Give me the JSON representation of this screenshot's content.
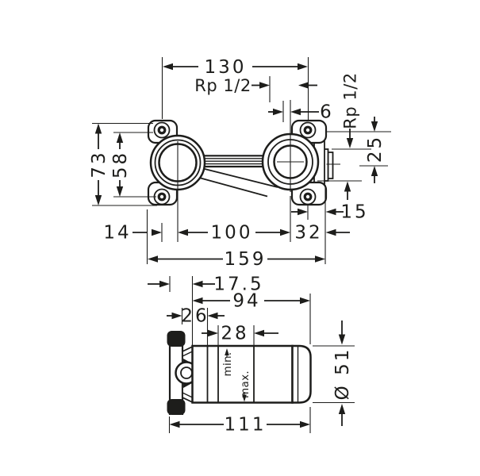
{
  "drawing": {
    "background": "#ffffff",
    "line_color": "#1d1d1b",
    "top_view": {
      "dim_130": "130",
      "thread_left": "Rp 1/2",
      "dim_6": "6",
      "thread_right": "Rp 1/2",
      "dim_25": "25",
      "dim_73": "73",
      "dim_58": "58",
      "dim_15": "15",
      "dim_14": "14",
      "dim_100": "100",
      "dim_32": "32",
      "dim_159": "159"
    },
    "side_view": {
      "dim_17_5": "17.5",
      "dim_94": "94",
      "dim_26": "26",
      "dim_28": "28",
      "min_label": "min.",
      "max_label": "max.",
      "dim_diameter_51": "Ø 51",
      "dim_111": "111"
    }
  }
}
